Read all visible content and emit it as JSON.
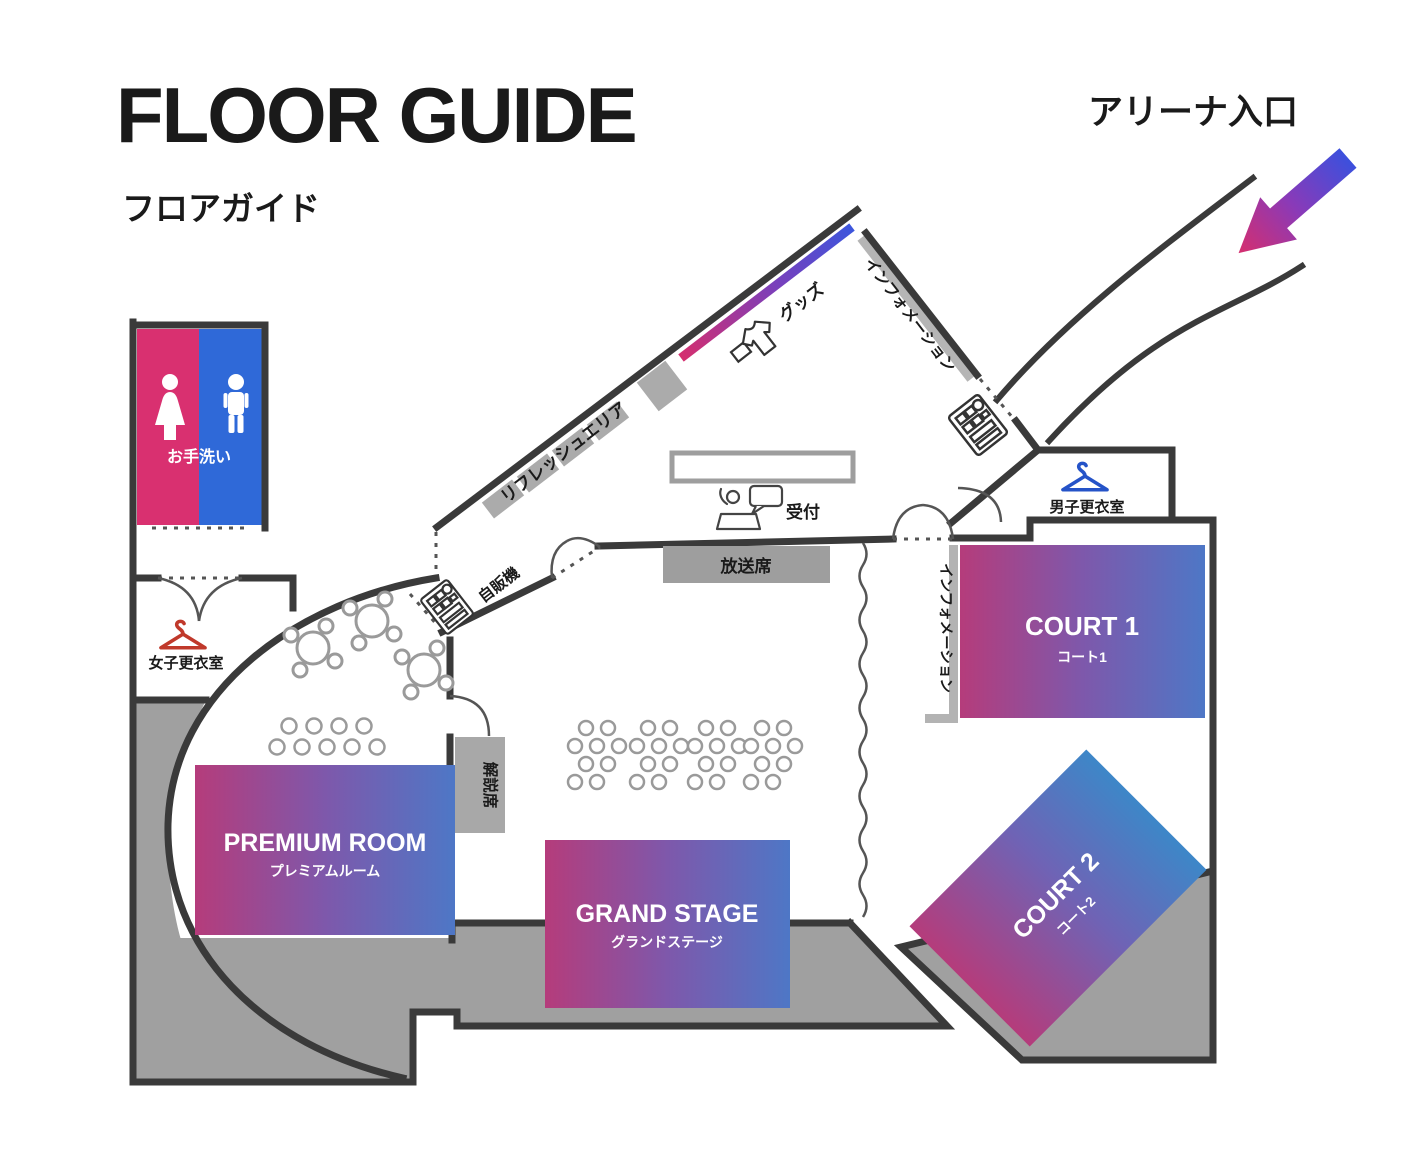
{
  "page": {
    "title_en": "FLOOR GUIDE",
    "title_ja": "フロアガイド"
  },
  "entrance": {
    "label": "アリーナ入口"
  },
  "facilities": {
    "restroom": {
      "label": "お手洗い",
      "female_color": "#d93070",
      "male_color": "#2f69d8"
    },
    "women_locker": {
      "label": "女子更衣室",
      "accent": "#c0392b"
    },
    "men_locker": {
      "label": "男子更衣室",
      "accent": "#2553c8"
    },
    "reception": {
      "label": "受付"
    },
    "broadcast_seats": {
      "label": "放送席"
    },
    "commentary_seats": {
      "label": "解説席"
    },
    "vending": {
      "label": "自販機"
    },
    "goods": {
      "label": "グッズ"
    },
    "refresh_area": {
      "label": "リフレッシュエリア"
    },
    "information_corridor": {
      "label": "インフォメーション"
    },
    "information_court": {
      "label": "インフォメーション"
    }
  },
  "rooms": {
    "premium": {
      "name": "PREMIUM ROOM",
      "name_ja": "プレミアムルーム"
    },
    "grand_stage": {
      "name": "GRAND STAGE",
      "name_ja": "グランドステージ"
    },
    "court1": {
      "name": "COURT 1",
      "name_ja": "コート1"
    },
    "court2": {
      "name": "COURT 2",
      "name_ja": "コート2"
    }
  },
  "colors": {
    "wall": "#3a3a3a",
    "floor_gray": "#a0a0a0",
    "gradient_pink": "#b53c7b",
    "gradient_blue": "#4e77c6",
    "stripe_pink": "#d62e6e",
    "stripe_blue": "#3c56dd"
  },
  "icons": [
    "entrance-arrow-icon",
    "woman-icon",
    "man-icon",
    "hanger-icon",
    "vending-machine-icon",
    "goods-icon",
    "reception-icon"
  ]
}
